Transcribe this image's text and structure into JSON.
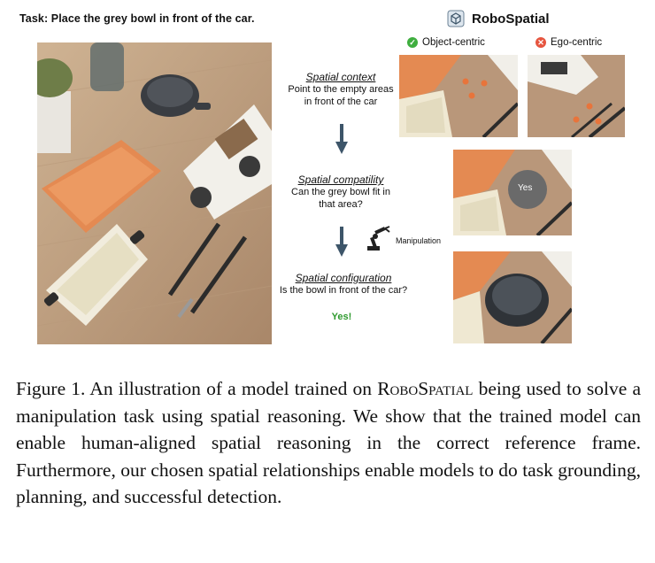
{
  "header": {
    "task": "Task: Place the grey bowl in front of the car.",
    "brand_name": "RoboSpatial",
    "brand_icon": "cube-icon"
  },
  "legend": {
    "good_label": "Object-centric",
    "bad_label": "Ego-centric",
    "good_icon": "check-circle-icon",
    "bad_icon": "cross-circle-icon",
    "good_color": "#3fae3f",
    "bad_color": "#e6553f"
  },
  "steps": {
    "context": {
      "title": "Spatial context",
      "text": "Point to the empty areas in front of the car"
    },
    "compatibility": {
      "title": "Spatial compatility",
      "text": "Can the grey bowl fit in that area?"
    },
    "configuration": {
      "title": "Spatial configuration",
      "text": "Is the bowl in front of the car?",
      "answer": "Yes!"
    }
  },
  "manipulation_label": "Manipulation",
  "thumb_yes": "Yes",
  "caption": {
    "prefix": "Figure 1.  An illustration of a model trained on ",
    "name": "RoboSpatial",
    "suffix": " being used to solve a manipulation task using spatial reasoning. We show that the trained model can enable human-aligned spatial reasoning in the correct reference frame. Furthermore, our chosen spatial relationships enable models to do task grounding, planning, and successful detection."
  },
  "colors": {
    "arrow": "#3d5569",
    "point": "#e8743b",
    "answer": "#2f9a2f"
  }
}
